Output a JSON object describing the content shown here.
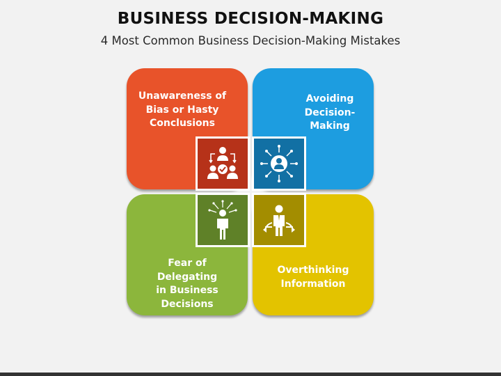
{
  "header": {
    "title": "BUSINESS DECISION-MAKING",
    "subtitle": "4 Most Common Business Decision-Making Mistakes"
  },
  "quadrants": [
    {
      "id": "top-left",
      "line1": "Unawareness of",
      "line2": "Bias or Hasty",
      "line3": "Conclusions",
      "color": "#e8532a",
      "icon_color": "#b63219",
      "icon": "team-check-icon"
    },
    {
      "id": "top-right",
      "line1": "Avoiding",
      "line2": "Decision-",
      "line3": "Making",
      "color": "#1d9de0",
      "icon_color": "#1270a4",
      "icon": "person-radiating-arrows-icon"
    },
    {
      "id": "bottom-left",
      "line1": "Fear of Delegating",
      "line2": "in Business",
      "line3": "Decisions",
      "color": "#8cb63c",
      "icon_color": "#5f8128",
      "icon": "confused-person-icon"
    },
    {
      "id": "bottom-right",
      "line1": "Overthinking",
      "line2": "Information",
      "line3": "",
      "color": "#e3c300",
      "icon_color": "#a38d00",
      "icon": "businessman-options-icon"
    }
  ]
}
